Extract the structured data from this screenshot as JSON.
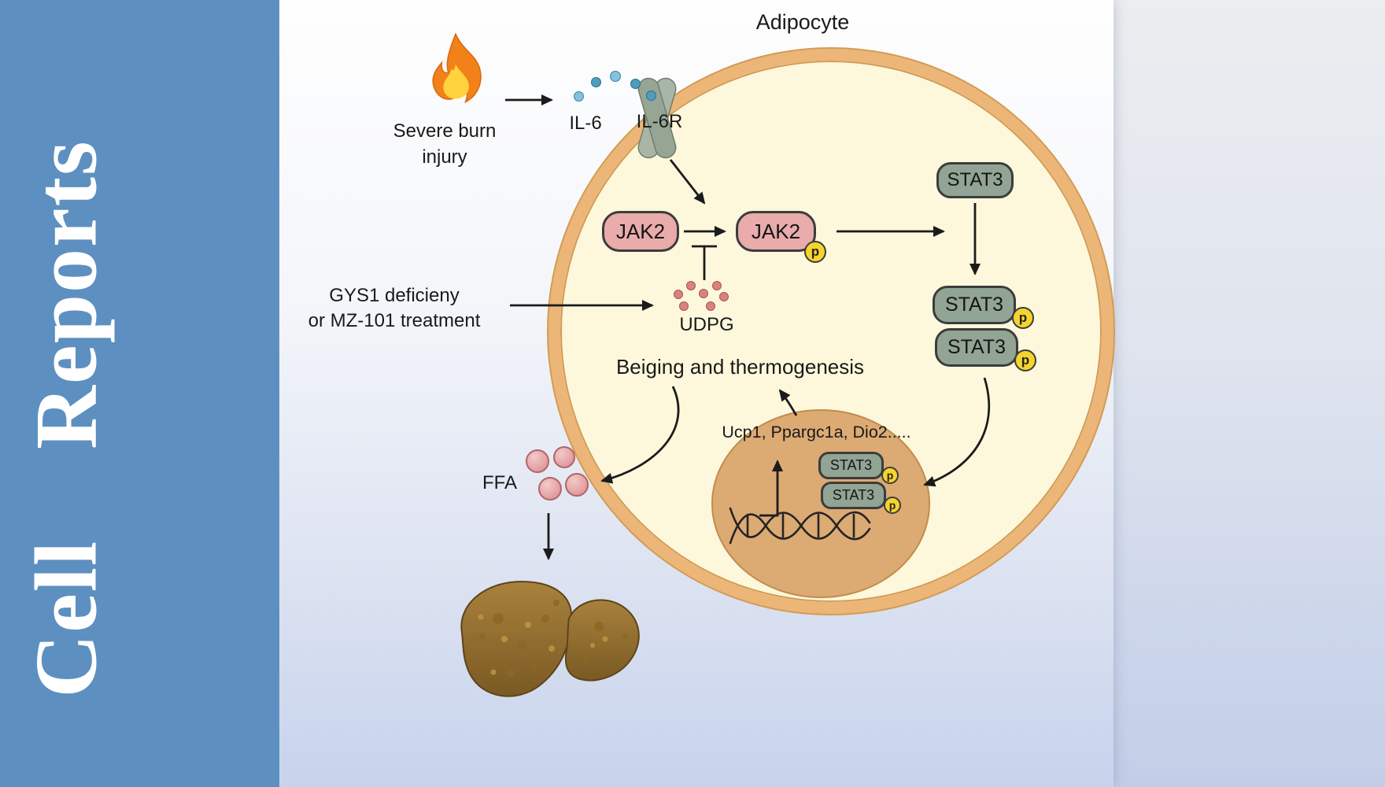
{
  "sidebar": {
    "journal_name": "Cell Reports",
    "bg_color": "#5d90c0"
  },
  "figure": {
    "cell_label": "Adipocyte",
    "burn_line1": "Severe burn",
    "burn_line2": "injury",
    "il6_label": "IL-6",
    "il6r_label": "IL-6R",
    "jak2_label": "JAK2",
    "phospho_label": "p",
    "stat3_label": "STAT3",
    "gys1_line1": "GYS1 deficieny",
    "gys1_line2": "or MZ-101 treatment",
    "udpg_label": "UDPG",
    "beiging_label": "Beiging and thermogenesis",
    "genes_label": "Ucp1, Ppargc1a, Dio2.....",
    "ffa_label": "FFA",
    "colors": {
      "cell_fill": "#fdf8dc",
      "cell_membrane": "#ecb678",
      "jak2_fill": "#eaabab",
      "stat3_fill": "#92a494",
      "phospho_fill": "#f6d42e",
      "nucleus_fill": "#dcaa73",
      "il6_dot": "#4e9dbd",
      "udpg_dot": "#d9827f",
      "ffa_fill": "#e7a6a8",
      "liver_fill": "#96712f",
      "flame_outer": "#f2811a",
      "flame_inner": "#ffd23e"
    }
  }
}
